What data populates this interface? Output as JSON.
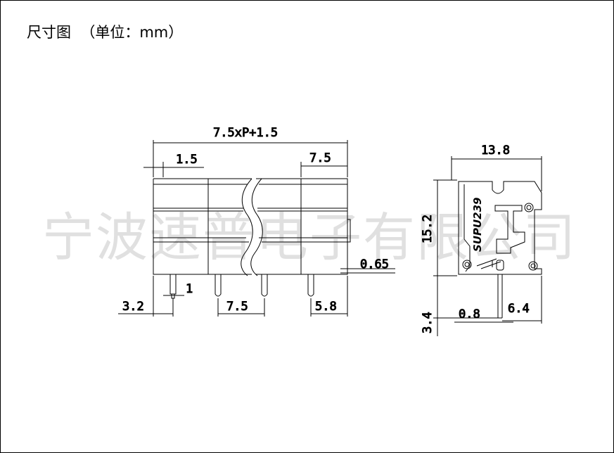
{
  "title": "尺寸图  （单位：mm）",
  "watermark": "宁波速普电子有限公司",
  "brand_mark": "SUPU239",
  "dimensions": {
    "total_length": "7.5xP+1.5",
    "edge_offset": "1.5",
    "pitch_top": "7.5",
    "pin_width": "1",
    "step": "0.65",
    "left_pin": "3.2",
    "pitch_bottom": "7.5",
    "right_pin": "5.8",
    "side_width": "13.8",
    "side_height": "15.2",
    "pin_length": "3.4",
    "pin_thickness": "0.8",
    "pin_offset": "6.4"
  }
}
